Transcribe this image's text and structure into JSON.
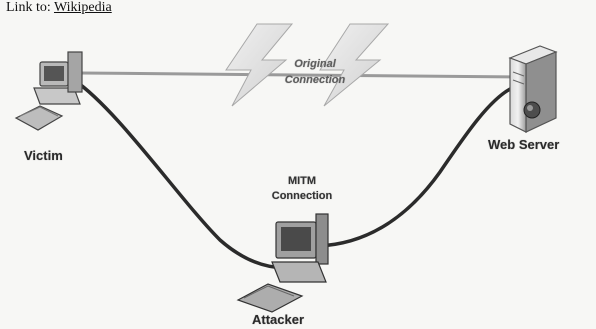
{
  "header": {
    "prefix": "Link to:",
    "link": "Wikipedia"
  },
  "nodes": {
    "victim": "Victim",
    "server": "Web Server",
    "attacker": "Attacker"
  },
  "connections": {
    "original": [
      "Original",
      "Connection"
    ],
    "mitm": [
      "MITM",
      "Connection"
    ]
  }
}
